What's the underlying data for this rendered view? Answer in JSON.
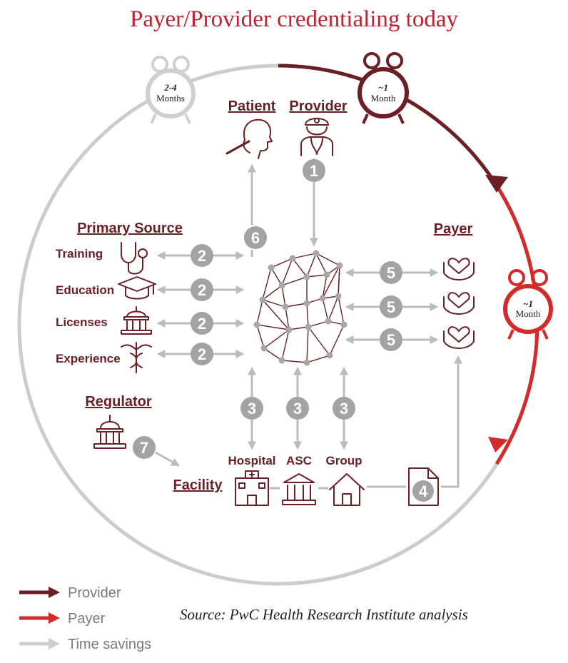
{
  "title": "Payer/Provider credentialing today",
  "clocks": {
    "gray": {
      "top": "2-4",
      "bottom": "Months"
    },
    "provider": {
      "top": "~1",
      "bottom": "Month"
    },
    "payer": {
      "top": "~1",
      "bottom": "Month"
    }
  },
  "headings": {
    "patient": "Patient",
    "provider": "Provider",
    "primary_source": "Primary Source",
    "payer": "Payer",
    "regulator": "Regulator",
    "facility": "Facility"
  },
  "primary_source_items": [
    "Training",
    "Education",
    "Licenses",
    "Experience"
  ],
  "facility_items": [
    "Hospital",
    "ASC",
    "Group"
  ],
  "step_numbers": {
    "provider_in": "1",
    "primary_source": "2",
    "facility": "3",
    "document": "4",
    "payer": "5",
    "patient_out": "6",
    "regulator": "7"
  },
  "legend": [
    "Provider",
    "Payer",
    "Time savings"
  ],
  "source": "Source: PwC Health Research Institute analysis",
  "colors": {
    "title": "#c0202f",
    "provider_arc": "#6b1f24",
    "payer_arc": "#d42a2a",
    "time_savings_arc": "#cccccc",
    "label": "#6b1f24",
    "badge": "#999999"
  }
}
